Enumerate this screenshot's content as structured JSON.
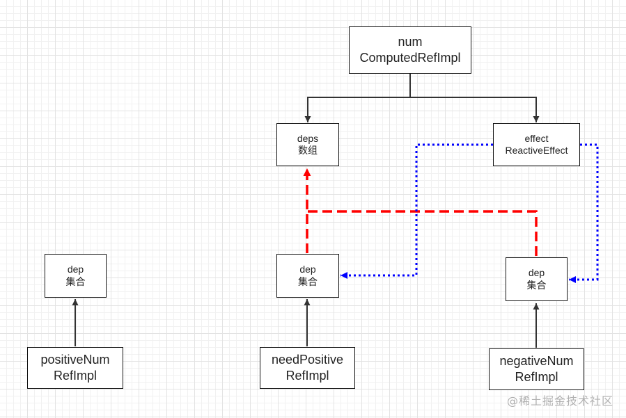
{
  "nodes": {
    "computed": {
      "line1": "num",
      "line2": "ComputedRefImpl"
    },
    "deps": {
      "line1": "deps",
      "line2": "数组"
    },
    "effect": {
      "line1": "effect",
      "line2": "ReactiveEffect"
    },
    "dep_left": {
      "line1": "dep",
      "line2": "集合"
    },
    "dep_mid": {
      "line1": "dep",
      "line2": "集合"
    },
    "dep_right": {
      "line1": "dep",
      "line2": "集合"
    },
    "ref_positive": {
      "line1": "positiveNum",
      "line2": "RefImpl"
    },
    "ref_need": {
      "line1": "needPositive",
      "line2": "RefImpl"
    },
    "ref_negative": {
      "line1": "negativeNum",
      "line2": "RefImpl"
    }
  },
  "edges": [
    {
      "from": "computed",
      "to": "deps",
      "style": "solid",
      "color": "#333333"
    },
    {
      "from": "computed",
      "to": "effect",
      "style": "solid",
      "color": "#333333"
    },
    {
      "from": "ref_positive",
      "to": "dep_left",
      "style": "solid",
      "color": "#333333"
    },
    {
      "from": "ref_need",
      "to": "dep_mid",
      "style": "solid",
      "color": "#333333"
    },
    {
      "from": "ref_negative",
      "to": "dep_right",
      "style": "solid",
      "color": "#333333"
    },
    {
      "from": "dep_mid",
      "to": "deps",
      "style": "dashed",
      "color": "#ff0000"
    },
    {
      "from": "dep_right",
      "to": "deps",
      "style": "dashed",
      "color": "#ff0000"
    },
    {
      "from": "effect",
      "to": "dep_mid",
      "style": "dotted",
      "color": "#0000ff"
    },
    {
      "from": "effect",
      "to": "dep_right",
      "style": "dotted",
      "color": "#0000ff"
    }
  ],
  "watermark": "@稀土掘金技术社区"
}
